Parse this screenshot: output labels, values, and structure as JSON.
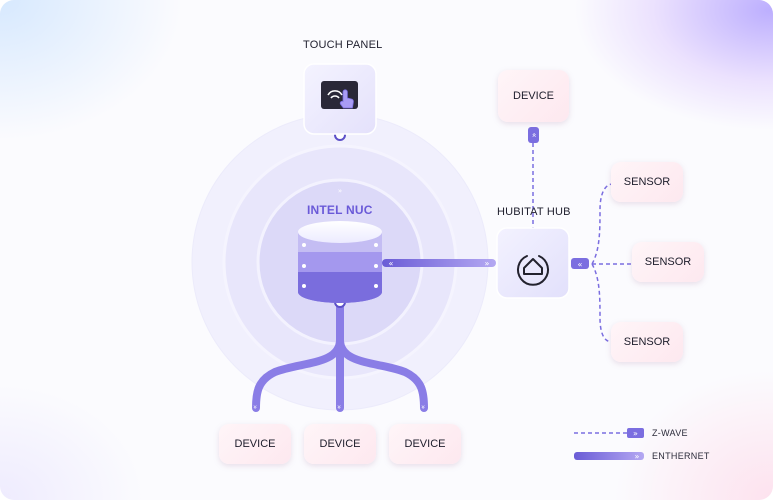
{
  "labels": {
    "touch_panel": "TOUCH PANEL",
    "intel_nuc": "INTEL NUC",
    "hubitat_hub": "HUBITAT HUB"
  },
  "devices_bottom": [
    "DEVICE",
    "DEVICE",
    "DEVICE"
  ],
  "device_top": "DEVICE",
  "sensors": [
    "SENSOR",
    "SENSOR",
    "SENSOR"
  ],
  "legend": [
    {
      "label": "Z-WAVE",
      "style": "dashed"
    },
    {
      "label": "ENTHERNET",
      "style": "solid"
    }
  ],
  "colors": {
    "accent": "#7b6ee0",
    "accent_dark": "#5c50c8",
    "node_pink": "#fde8ef",
    "hub_blue": "#eaeaff"
  },
  "icons": {
    "touch_panel": "touch-screen-icon",
    "nuc": "database-stack-icon",
    "hub": "home-circle-icon"
  }
}
